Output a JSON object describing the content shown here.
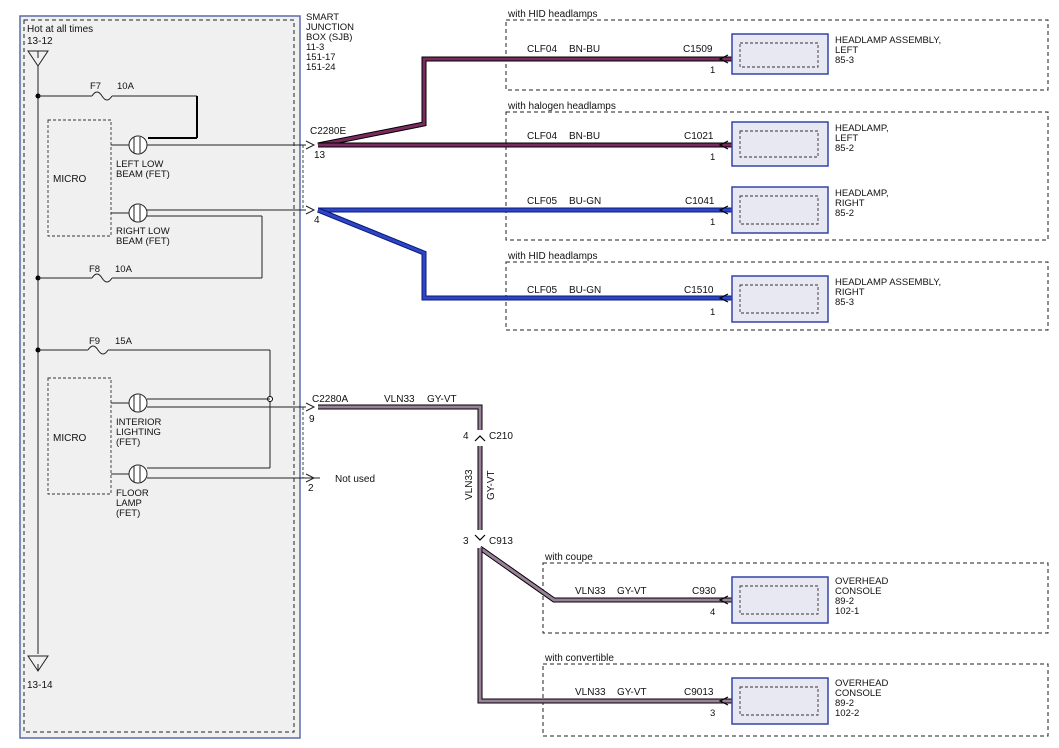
{
  "colors": {
    "wire_bn_bu": "#7a2a5e",
    "wire_bu_gn": "#1f33a8",
    "wire_gy_vt": "#9a809a",
    "module_border": "#3344aa",
    "module_fill": "#e8e8f2",
    "sjb_fill": "#f0f0f0"
  },
  "sjb": {
    "hot_label": "Hot at all times",
    "hot_ref": "13-12",
    "ground_ref": "13-14",
    "title_lines": [
      "SMART",
      "JUNCTION",
      "BOX (SJB)",
      "11-3",
      "151-17",
      "151-24"
    ],
    "micro_label": "MICRO",
    "fuses": [
      {
        "id": "F7",
        "rating": "10A"
      },
      {
        "id": "F8",
        "rating": "10A"
      },
      {
        "id": "F9",
        "rating": "15A"
      }
    ],
    "fets": {
      "left_low": [
        "LEFT LOW",
        "BEAM (FET)"
      ],
      "right_low": [
        "RIGHT LOW",
        "BEAM (FET)"
      ],
      "interior": [
        "INTERIOR",
        "LIGHTING",
        "(FET)"
      ],
      "floor": [
        "FLOOR",
        "LAMP",
        "(FET)"
      ]
    },
    "connectors": [
      {
        "name": "C2280E",
        "pin_left": "13",
        "pin_right": "4"
      },
      {
        "name": "C2280A",
        "pin_interior": "9",
        "pin_floor": "2"
      }
    ],
    "not_used": "Not used"
  },
  "options": {
    "hid": "with HID headlamps",
    "halogen": "with halogen headlamps",
    "coupe": "with coupe",
    "convertible": "with convertible"
  },
  "headlamps": [
    {
      "circuit": "CLF04",
      "color": "BN-BU",
      "connector": "C1509",
      "pin": "1",
      "label": [
        "HEADLAMP ASSEMBLY,",
        "LEFT",
        "85-3"
      ]
    },
    {
      "circuit": "CLF04",
      "color": "BN-BU",
      "connector": "C1021",
      "pin": "1",
      "label": [
        "HEADLAMP,",
        "LEFT",
        "85-2"
      ]
    },
    {
      "circuit": "CLF05",
      "color": "BU-GN",
      "connector": "C1041",
      "pin": "1",
      "label": [
        "HEADLAMP,",
        "RIGHT",
        "85-2"
      ]
    },
    {
      "circuit": "CLF05",
      "color": "BU-GN",
      "connector": "C1510",
      "pin": "1",
      "label": [
        "HEADLAMP ASSEMBLY,",
        "RIGHT",
        "85-3"
      ]
    }
  ],
  "interior": {
    "trunk_circuit": "VLN33",
    "trunk_color": "GY-VT",
    "c210": {
      "name": "C210",
      "pin": "4"
    },
    "c913": {
      "name": "C913",
      "pin": "3"
    },
    "consoles": [
      {
        "circuit": "VLN33",
        "color": "GY-VT",
        "connector": "C930",
        "pin": "4",
        "label": [
          "OVERHEAD",
          "CONSOLE",
          "89-2",
          "102-1"
        ]
      },
      {
        "circuit": "VLN33",
        "color": "GY-VT",
        "connector": "C9013",
        "pin": "3",
        "label": [
          "OVERHEAD",
          "CONSOLE",
          "89-2",
          "102-2"
        ]
      }
    ]
  }
}
